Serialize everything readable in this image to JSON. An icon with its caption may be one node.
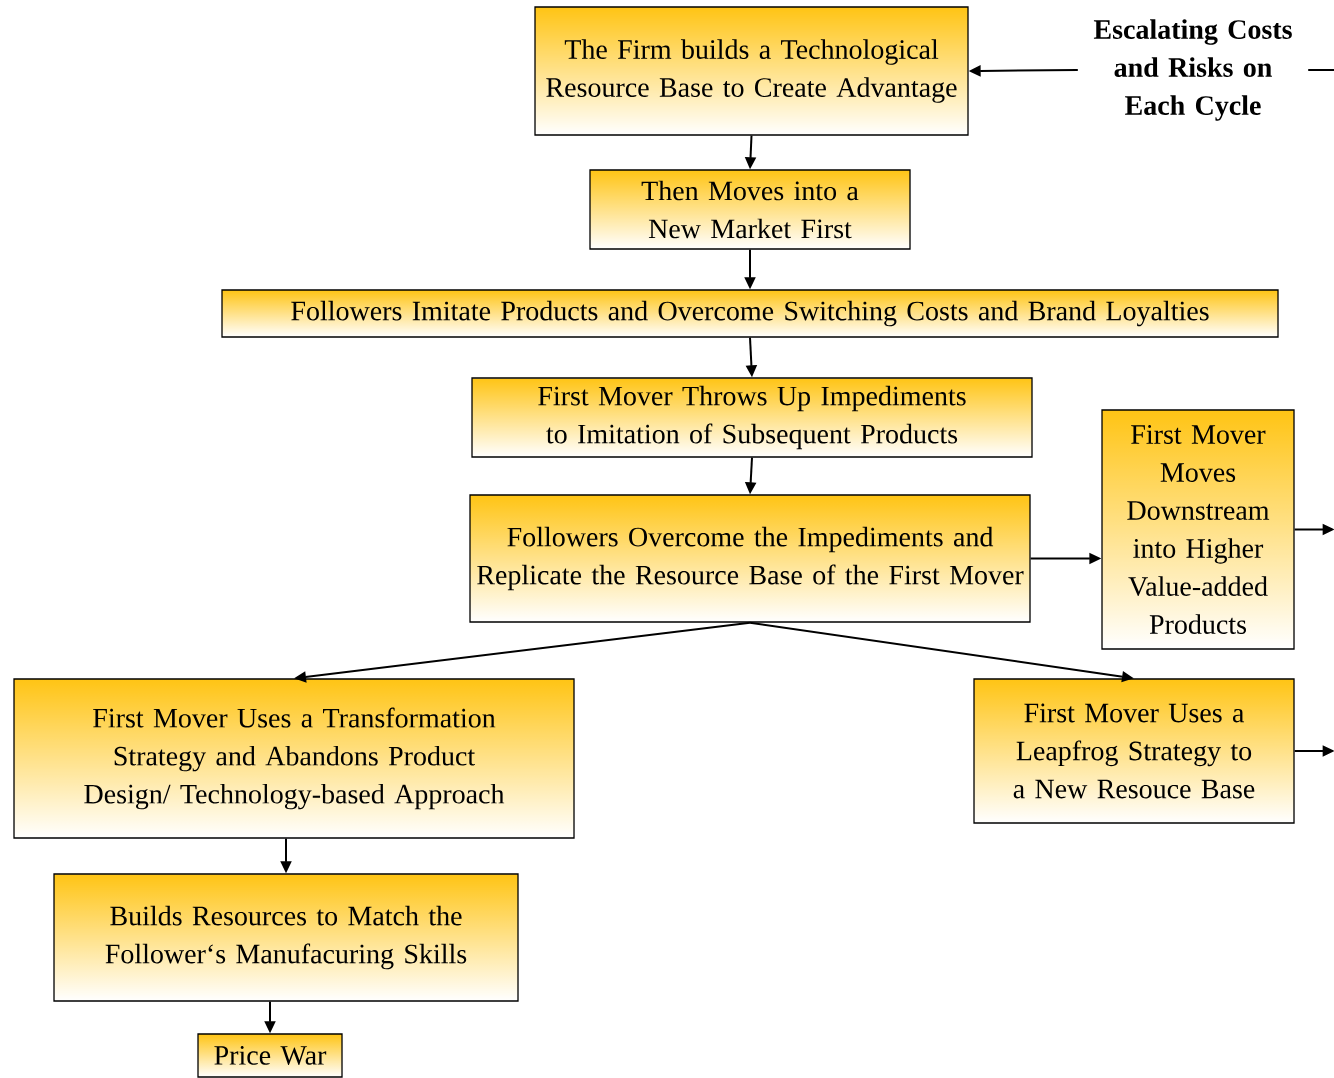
{
  "diagram": {
    "nodes": [
      {
        "text": [
          "The Firm builds a Technological Resource Base to Create Advantage"
        ]
      },
      {
        "text": [
          "Then Moves into a New Market First"
        ]
      },
      {
        "text": [
          "Followers Imitate Products and Overcome Switching Costs and Brand Loyalties"
        ]
      },
      {
        "text": [
          "First Mover Throws Up Impediments to Imitation of Subsequent Products"
        ]
      },
      {
        "text": [
          "Followers Overcome the Impediments and Replicate the Resource Base of the First Mover"
        ]
      },
      {
        "text": [
          "First Mover Moves Downstream into Higher Value-added Products"
        ]
      },
      {
        "text": [
          "First Mover Uses a Transformation Strategy and Abandons Product Design/ Technology-based Approach"
        ]
      },
      {
        "text": [
          "First Mover Uses a Leapfrog Strategy to a New Resouce Base"
        ]
      },
      {
        "text": [
          "Builds Resources to Match the Follower‘s Manufacuring Skills"
        ]
      },
      {
        "text": [
          "Price War"
        ]
      },
      {
        "text": [
          "Escalating Costs and Risks on Each Cycle"
        ]
      }
    ],
    "edges": [
      {
        "from": 0,
        "to": 1,
        "arrow": "to"
      },
      {
        "from": 1,
        "to": 2,
        "arrow": "to"
      },
      {
        "from": 2,
        "to": 3,
        "arrow": "to"
      },
      {
        "from": 3,
        "to": 4,
        "arrow": "to"
      },
      {
        "from": 4,
        "to": 5,
        "arrow": "to"
      },
      {
        "from": 4,
        "to": 6,
        "arrow": "to"
      },
      {
        "from": 4,
        "to": 7,
        "arrow": "to"
      },
      {
        "from": 6,
        "to": 8,
        "arrow": "to"
      },
      {
        "from": 8,
        "to": 9,
        "arrow": "to"
      },
      {
        "from": 5,
        "to": null,
        "arrow": "to"
      },
      {
        "from": 7,
        "to": null,
        "arrow": "to"
      },
      {
        "from": null,
        "to": 10,
        "arrow": "none"
      },
      {
        "from": 10,
        "to": 0,
        "arrow": "to"
      }
    ]
  }
}
